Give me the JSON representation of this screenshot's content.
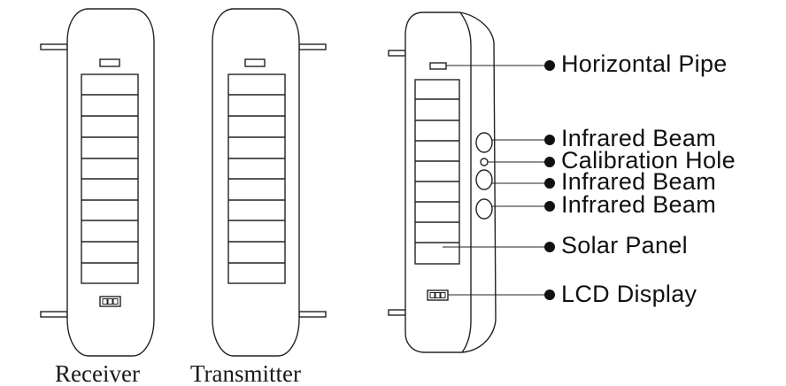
{
  "captions": {
    "receiver": "Receiver",
    "transmitter": "Transmitter"
  },
  "callouts": [
    {
      "key": "horizontal_pipe",
      "label": "Horizontal Pipe"
    },
    {
      "key": "infrared_beam_1",
      "label": "Infrared Beam"
    },
    {
      "key": "calibration_hole",
      "label": "Calibration Hole"
    },
    {
      "key": "infrared_beam_2",
      "label": "Infrared Beam"
    },
    {
      "key": "infrared_beam_3",
      "label": "Infrared Beam"
    },
    {
      "key": "solar_panel",
      "label": "Solar Panel"
    },
    {
      "key": "lcd_display",
      "label": "LCD Display"
    }
  ],
  "colors": {
    "line": "#222222",
    "text": "#111111",
    "background": "#ffffff"
  }
}
